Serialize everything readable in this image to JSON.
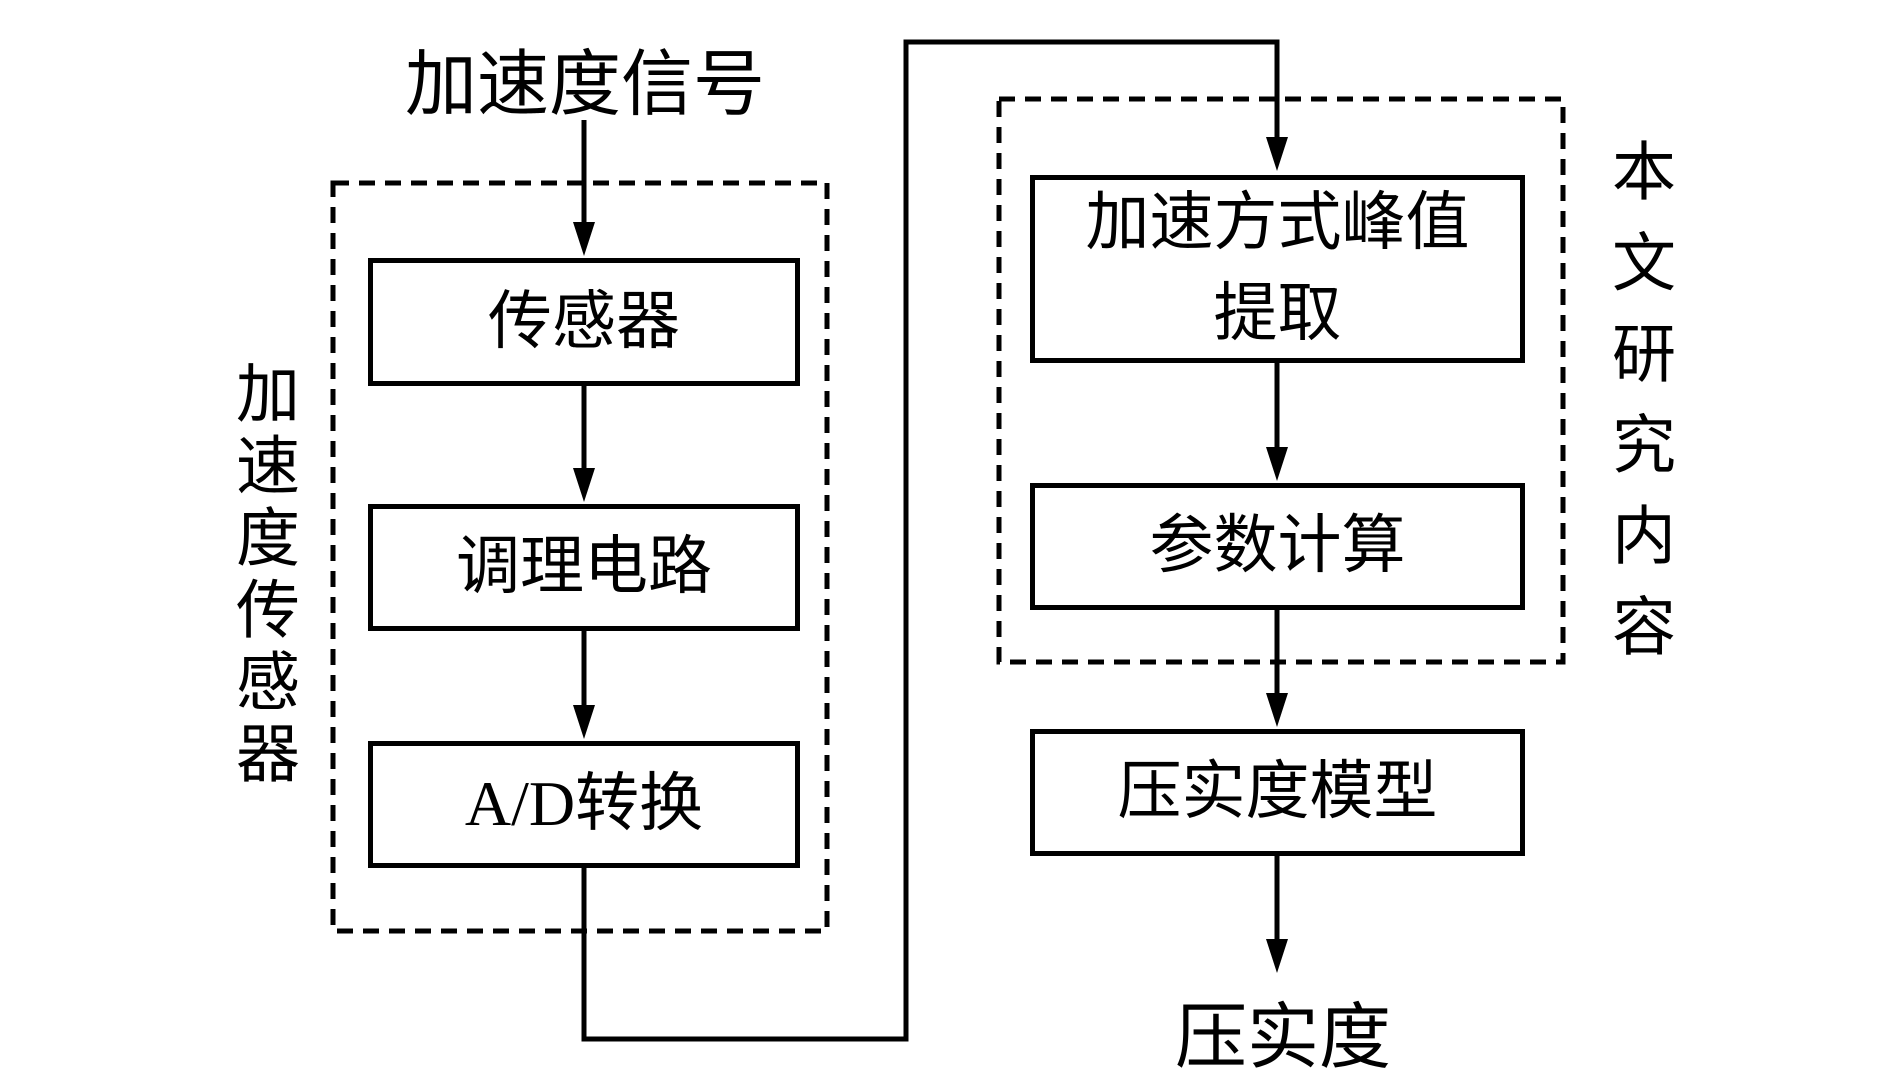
{
  "diagram": {
    "top_label": "加速度信号",
    "bottom_label": "压实度",
    "left_group": {
      "label": "加速度传感器",
      "boxes": [
        {
          "label": "传感器"
        },
        {
          "label": "调理电路"
        },
        {
          "label": "A/D转换"
        }
      ]
    },
    "right_group": {
      "label": "本文研究内容",
      "peak_box": {
        "line1": "加速方式峰值",
        "line2": "提取"
      },
      "param_box": {
        "label": "参数计算"
      }
    },
    "model_box": {
      "label": "压实度模型"
    },
    "colors": {
      "stroke": "#000000",
      "background": "#ffffff"
    }
  }
}
